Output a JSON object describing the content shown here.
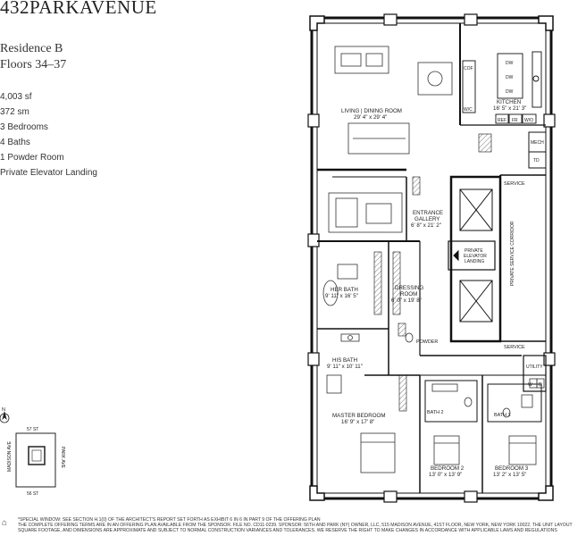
{
  "brand": "432PARKAVENUE",
  "residence": {
    "name": "Residence B",
    "floors": "Floors 34–37"
  },
  "specs": [
    "4,003 sf",
    "372 sm",
    "3 Bedrooms",
    "4 Baths",
    "1 Powder Room",
    "Private Elevator Landing"
  ],
  "rooms": {
    "living_name": "LIVING | DINING ROOM",
    "living_dim": "29' 4\" x 29' 4\"",
    "kitchen_name": "KITCHEN",
    "kitchen_dim": "16' 5\" x 21' 3\"",
    "entrance_name": "ENTRANCE",
    "entrance_name2": "GALLERY",
    "entrance_dim": "6' 8\" x 21' 2\"",
    "private_elev_1": "PRIVATE",
    "private_elev_2": "ELEVATOR",
    "private_elev_3": "LANDING",
    "her_bath_name": "HER BATH",
    "her_bath_dim": "9' 11\" x 16' 5\"",
    "dressing_name": "DRESSING",
    "dressing_name2": "ROOM",
    "dressing_dim": "6' 0\" x 19' 8\"",
    "his_bath_name": "HIS BATH",
    "his_bath_dim": "9' 11\" x 10' 11\"",
    "powder": "POWDER",
    "master_name": "MASTER BEDROOM",
    "master_dim": "16' 9\" x 17' 8\"",
    "bedroom2_name": "BEDROOM 2",
    "bedroom2_dim": "13' 0\" x 13' 9\"",
    "bedroom3_name": "BEDROOM 3",
    "bedroom3_dim": "13' 2\" x 13' 5\"",
    "bath2": "BATH 2",
    "bath3": "BATH 3",
    "service_top": "SERVICE",
    "service_bottom": "SERVICE",
    "service_corridor": "PRIVATE SERVICE CORRIDOR",
    "utility": "UTILITY",
    "w": "W",
    "d": "D",
    "mech": "MECH",
    "td": "TD",
    "cof": "COF",
    "wc": "W/C",
    "ref": "REF",
    "fr": "FR",
    "wo": "W/O",
    "dw1": "DW",
    "dw2": "DW",
    "dw3": "DW"
  },
  "compass": {
    "north": "N",
    "street_top": "57 ST",
    "street_bottom": "56 ST",
    "ave_left": "MADISON AVE",
    "ave_right": "PARK AVE"
  },
  "footer": {
    "line1": "*SPECIAL WINDOW: SEE SECTION H.1(0) OF THE ARCHITECT'S REPORT SET FORTH AS EXHIBIT 6 IN 6 IN PART 9 OF THE OFFERING PLAN",
    "line2": "THE COMPLETE OFFERING TERMS ARE IN AN OFFERING PLAN AVAILABLE FROM THE SPONSOR. FILE NO. CD11-0239. SPONSOR: 56TH AND PARK (NY) OWNER, LLC, 515 MADISON AVENUE, 41ST FLOOR, NEW YORK, NEW YORK 10022. THE UNIT LAYOUT",
    "line3": "SQUARE FOOTAGE, AND DIMENSIONS ARE APPROXIMATE AND SUBJECT TO NORMAL CONSTRUCTION VARIANCES AND TOLERANCES. WE RESERVE THE RIGHT TO MAKE CHANGES IN ACCORDANCE WITH APPLICABLE LAWS AND REGULATIONS"
  }
}
